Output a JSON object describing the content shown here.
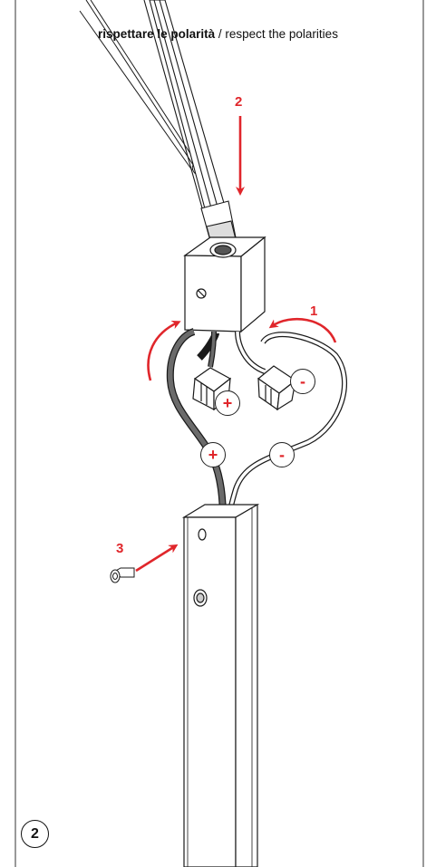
{
  "caption": {
    "bold": "rispettare le polarità",
    "separator": " / ",
    "english": "respect the polarities"
  },
  "steps": {
    "one": "1",
    "two": "2",
    "three": "3"
  },
  "polarity": {
    "plus": "+",
    "minus": "-"
  },
  "page_step": "2",
  "colors": {
    "accent": "#e0262b",
    "line": "#1a1a1a",
    "wire_positive": "#6b6b6b",
    "wire_negative": "#ffffff"
  }
}
